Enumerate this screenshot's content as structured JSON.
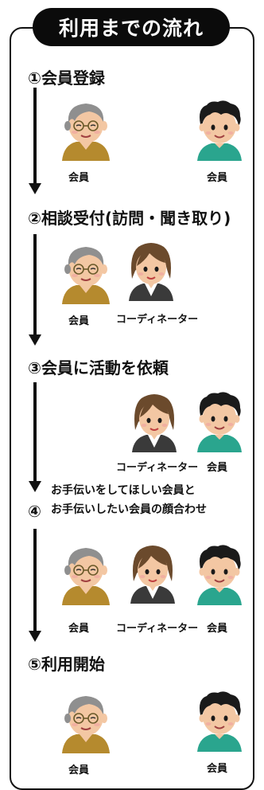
{
  "title": "利用までの流れ",
  "steps": [
    {
      "number": "①",
      "title": "会員登録"
    },
    {
      "number": "②",
      "title": "相談受付(訪問・聞き取り)"
    },
    {
      "number": "③",
      "title": "会員に活動を依頼"
    },
    {
      "number": "④",
      "title": "",
      "lines": [
        "お手伝いをしてほしい会員と",
        "お手伝いしたい会員の顔合わせ"
      ]
    },
    {
      "number": "⑤",
      "title": "利用開始"
    }
  ],
  "labels": {
    "member": "会員",
    "coordinator": "コーディネーター"
  },
  "icons": {
    "elder": "elderly-person-icon",
    "young": "young-person-icon",
    "coordinator": "coordinator-person-icon"
  },
  "colors": {
    "frame": "#111111",
    "title_bg": "#0b0b0b",
    "elder_shirt": "#b58a2e",
    "young_shirt": "#2aa58e",
    "coord_jacket": "#3a3a3a",
    "skin": "#f3c7a3",
    "hair_elder": "#8f8f8f",
    "hair_young": "#1a1a1a",
    "hair_coord": "#6b4a2c"
  }
}
